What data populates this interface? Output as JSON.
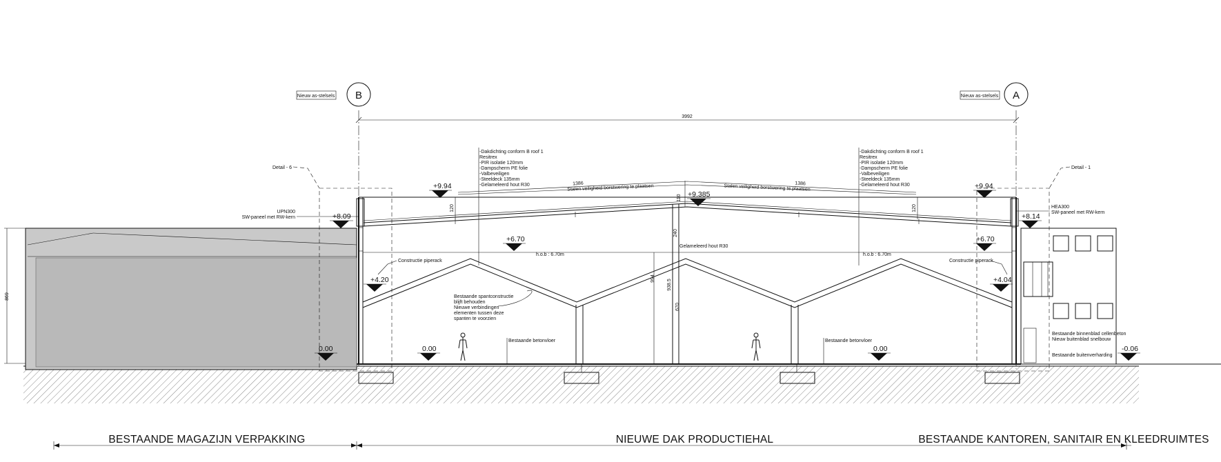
{
  "axes": {
    "left": {
      "bubble": "B",
      "tag": "Nieuw as-stelsels"
    },
    "right": {
      "bubble": "A",
      "tag": "Nieuw as-stelsels"
    },
    "span": "3992"
  },
  "details": {
    "left": "Detail - 6",
    "right": "Detail - 1"
  },
  "roof_notes": {
    "left": [
      "-Dakdichting conform B roof 1",
      " Resitrex",
      "-PIR isolatie 120mm",
      "-Dampscherm PE folie",
      "-Valbeveiligen",
      "-Steeldeck 135mm",
      "-Gelameleerd hout R30"
    ],
    "right": [
      "-Dakdichting conform B roof 1",
      " Resitrex",
      "-PIR isolatie 120mm",
      "-Dampscherm PE folie",
      "-Valbeveiligen",
      "-Steeldeck 135mm",
      "-Gelameleerd hout R30"
    ]
  },
  "roof": {
    "dim_left": "1386",
    "dim_right": "1386",
    "rail_left": "Stalen veiligheid borstwering te plaatsen",
    "rail_right": "Stalen veiligheid borstwering te plaatsen",
    "edge_left": "120",
    "edge_right": "120",
    "center_upper": "110",
    "center_lower": "240"
  },
  "beams": {
    "left": [
      "UPN300",
      "SW-paneel met RW-kern"
    ],
    "right": [
      "HEA300",
      "SW-paneel met RW-kern"
    ]
  },
  "levels": {
    "roof_left": "+9.94",
    "roof_right": "+9.94",
    "ridge": "+9.385",
    "mag_left": "+8.09",
    "off_right": "+8.14",
    "mid_left": "+6.70",
    "mid_right": "+6.70",
    "eave_left": "+4.20",
    "eave_right": "+4.04",
    "floor_mag": "0.00",
    "floor_a": "0.00",
    "floor_b": "0.00",
    "floor_off": "-0.06"
  },
  "labels": {
    "height_mag": "869",
    "glulam": "Gelameleerd hout R30",
    "hob_left": "h.o.b : 6.70m",
    "hob_right": "h.o.b : 6.70m",
    "pipe_left": "Constructie piperack",
    "pipe_right": "Constructie piperack",
    "truss_note": [
      "Bestaande spantconstructie",
      "blijft behouden",
      "Nieuwe verbindingen",
      "elementen tussen deze",
      "spanten te voorzien"
    ],
    "floor_left": "Bestaande betonvloer",
    "floor_right": "Bestaande betonvloer",
    "dim_994": "994",
    "dim_9385": "938.5",
    "dim_670": "670",
    "wall_note": [
      "Bestaande binnenblad cellenbeton",
      "Nieuw buitenblad snelbouw"
    ],
    "paving": "Bestaande buitenverharding"
  },
  "zones": {
    "left": "BESTAANDE  MAGAZIJN VERPAKKING",
    "center": "NIEUWE DAK PRODUCTIEHAL",
    "right": "BESTAANDE KANTOREN, SANITAIR EN KLEEDRUIMTES"
  }
}
